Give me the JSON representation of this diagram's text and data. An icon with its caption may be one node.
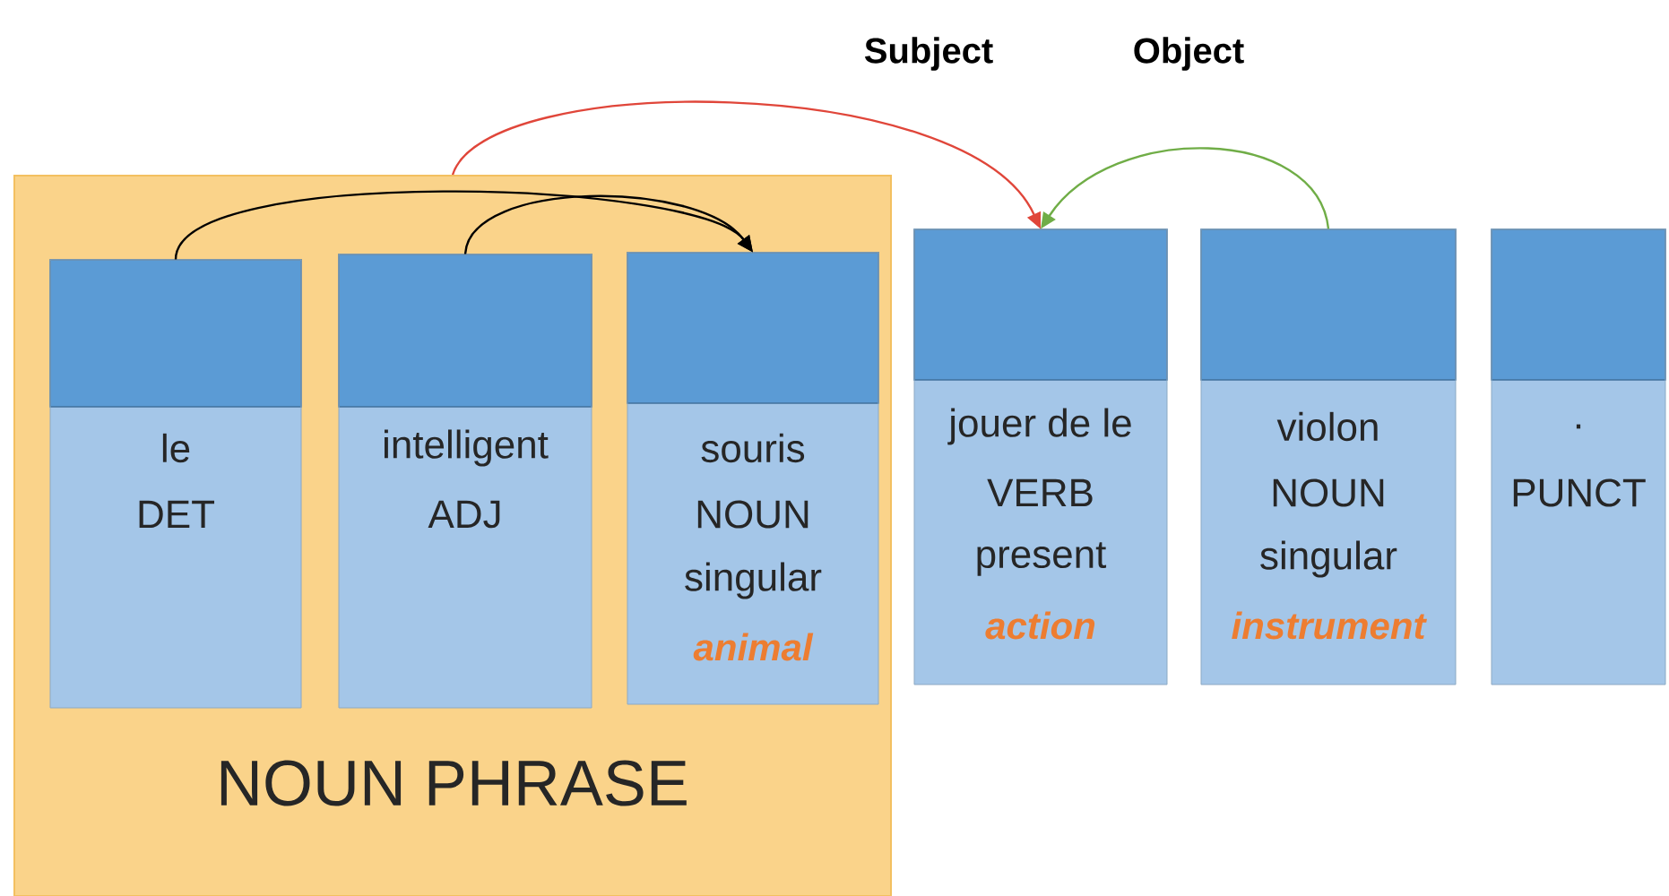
{
  "diagram": {
    "nodes": [
      {
        "text": [
          "NOUN PHRASE"
        ]
      },
      {
        "text": [
          "le",
          "DET"
        ],
        "in": 0
      },
      {
        "text": [
          "intelligent",
          "ADJ"
        ],
        "in": 0
      },
      {
        "text": [
          "souris",
          "NOUN",
          "singular",
          "animal"
        ],
        "in": 0
      },
      {
        "text": [
          "jouer de le",
          "VERB",
          "present",
          "action"
        ]
      },
      {
        "text": [
          "violon",
          "NOUN",
          "singular",
          "instrument"
        ]
      },
      {
        "text": [
          ".",
          "PUNCT"
        ]
      }
    ],
    "edges": [
      {
        "from": 1,
        "to": 3,
        "arrow": "to"
      },
      {
        "from": 2,
        "to": 3,
        "arrow": "to"
      },
      {
        "from": 0,
        "to": 4,
        "arrow": "to",
        "label": "Subject",
        "color": "#e0463a"
      },
      {
        "from": 5,
        "to": 4,
        "arrow": "to",
        "label": "Object",
        "color": "#70ad47"
      }
    ]
  }
}
